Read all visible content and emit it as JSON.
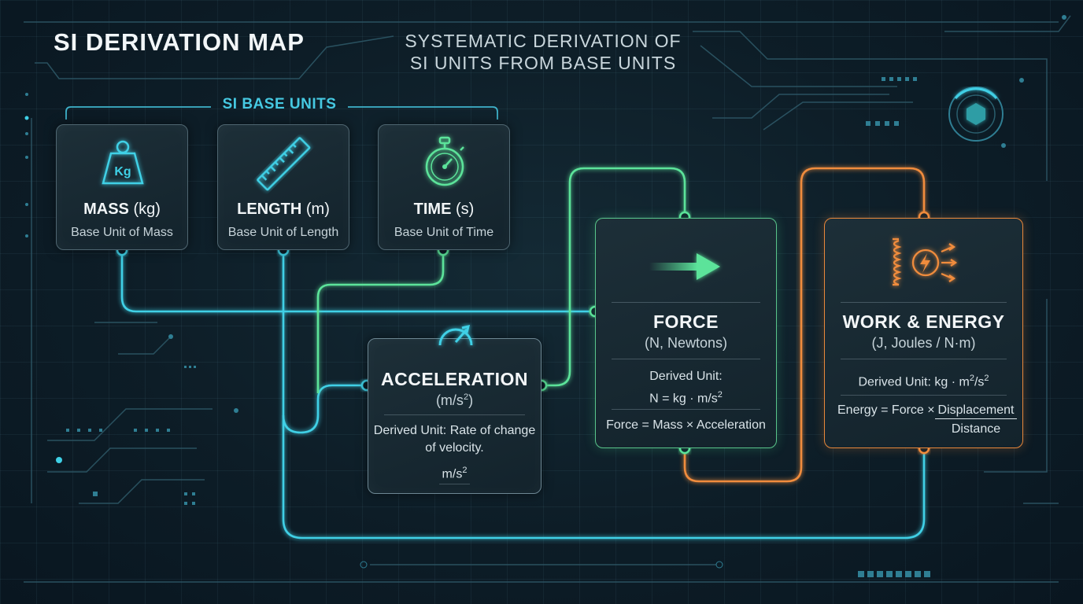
{
  "header": {
    "title": "SI DERIVATION MAP",
    "subtitle_line1": "SYSTEMATIC DERIVATION OF",
    "subtitle_line2": "SI UNITS FROM BASE UNITS"
  },
  "base_units": {
    "label": "SI BASE UNITS",
    "items": [
      {
        "name": "MASS",
        "symbol": "(kg)",
        "desc": "Base Unit of Mass",
        "icon": "weight-kg-icon",
        "icon_text": "Kg"
      },
      {
        "name": "LENGTH",
        "symbol": "(m)",
        "desc": "Base Unit of Length",
        "icon": "ruler-icon"
      },
      {
        "name": "TIME",
        "symbol": "(s)",
        "desc": "Base Unit of Time",
        "icon": "stopwatch-icon"
      }
    ]
  },
  "acceleration": {
    "name": "ACCELERATION",
    "unit": "(m/s",
    "unit_sup": "2",
    "unit_close": ")",
    "desc_line1": "Derived Unit: Rate of change",
    "desc_line2": "of velocity.",
    "formula": "m/s",
    "formula_sup": "2",
    "icon": "gauge-icon"
  },
  "force": {
    "name": "FORCE",
    "unit": "(N, Newtons)",
    "desc": "Derived Unit:",
    "formula": "N = kg · m/s",
    "formula_sup": "2",
    "relation": "Force = Mass × Acceleration",
    "icon": "arrow-right-icon"
  },
  "work": {
    "name": "WORK & ENERGY",
    "unit": "(J, Joules / N·m)",
    "desc": "Derived Unit: kg · m",
    "desc_sup1": "2",
    "desc_mid": "/s",
    "desc_sup2": "2",
    "relation_prefix": "Energy = Force ×",
    "relation_num": "Displacement",
    "relation_den": "Distance",
    "icon": "energy-coil-icon"
  },
  "colors": {
    "cyan": "#3fd0e6",
    "green": "#5be39a",
    "orange": "#f08c3c",
    "background": "#0d1d27"
  }
}
